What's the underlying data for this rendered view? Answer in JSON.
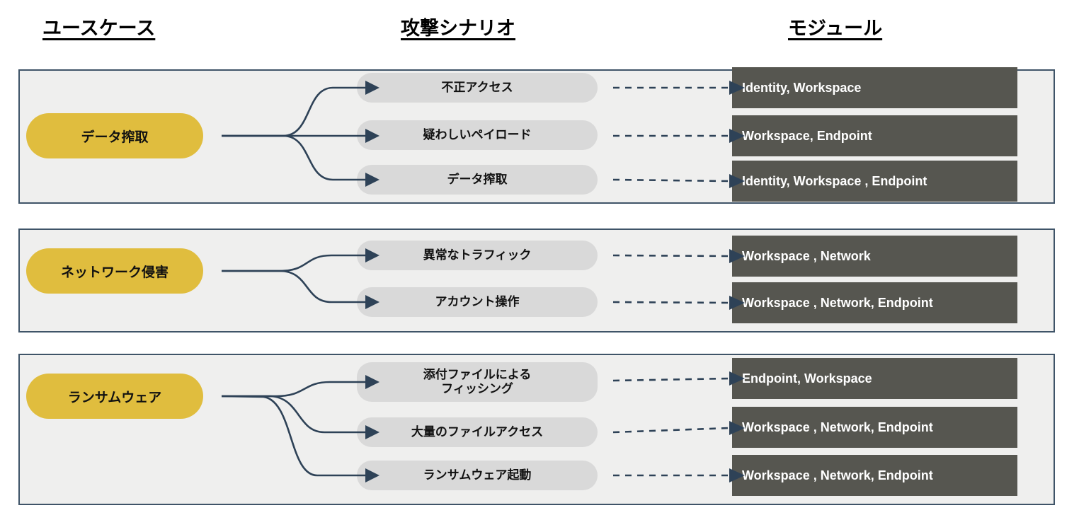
{
  "headers": {
    "usecase": "ユースケース",
    "scenario": "攻撃シナリオ",
    "module": "モジュール"
  },
  "colors": {
    "usecase_pill": "#e0bd3e",
    "scenario_pill": "#d9d9d9",
    "module_box": "#565650",
    "panel_bg": "#efefee",
    "panel_border": "#3f5468",
    "connector": "#2e4257"
  },
  "groups": [
    {
      "usecase": "データ搾取",
      "rows": [
        {
          "scenario": "不正アクセス",
          "module": "Identity, Workspace"
        },
        {
          "scenario": "疑わしいペイロード",
          "module": "Workspace, Endpoint"
        },
        {
          "scenario": "データ搾取",
          "module": "Identity, Workspace , Endpoint"
        }
      ]
    },
    {
      "usecase": "ネットワーク侵害",
      "rows": [
        {
          "scenario": "異常なトラフィック",
          "module": "Workspace , Network"
        },
        {
          "scenario": "アカウント操作",
          "module": "Workspace , Network, Endpoint"
        }
      ]
    },
    {
      "usecase": "ランサムウェア",
      "rows": [
        {
          "scenario": "添付ファイルによる\nフィッシング",
          "module": "Endpoint, Workspace"
        },
        {
          "scenario": "大量のファイルアクセス",
          "module": "Workspace , Network, Endpoint"
        },
        {
          "scenario": "ランサムウェア起動",
          "module": "Workspace , Network, Endpoint"
        }
      ]
    }
  ]
}
